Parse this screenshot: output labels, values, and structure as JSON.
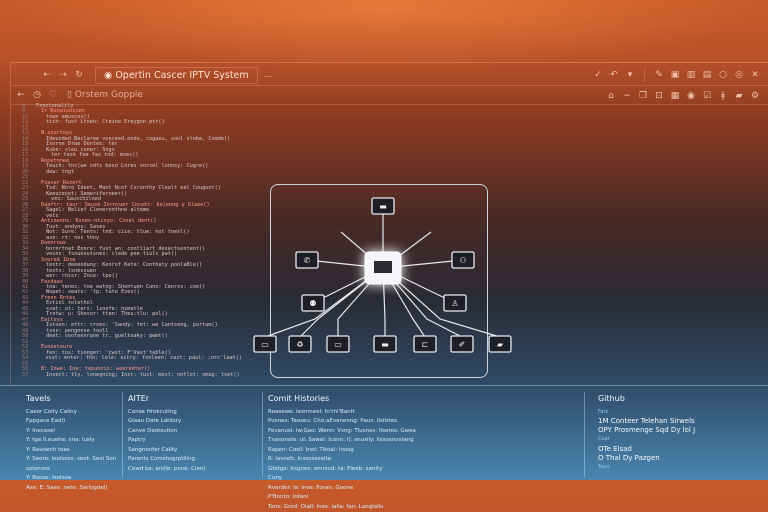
{
  "window": {
    "title": "Opertin Cascer IPTV System",
    "subtitle": "Orstem Gopple",
    "more": "..."
  },
  "toolbar": {
    "row1_left": [
      "back-icon",
      "forward-icon",
      "refresh-icon"
    ],
    "row1_right": [
      "check-icon",
      "undo-icon",
      "dropdown-icon",
      "pen-icon",
      "save-icon",
      "columns-icon",
      "image-icon",
      "circle-icon",
      "help-icon",
      "close-icon"
    ],
    "row2_left": [
      "back-icon",
      "clock-icon",
      "shield-icon"
    ],
    "row2_right": [
      "home-icon",
      "minus-icon",
      "copy-icon",
      "terminal-icon",
      "grid-icon",
      "check-circle-icon",
      "edit-icon",
      "pin-icon",
      "folder-icon",
      "settings-icon"
    ]
  },
  "code": [
    {
      "n": "8",
      "t": "Fxnctonalily",
      "k": false,
      "i": 0
    },
    {
      "n": "9",
      "t": "Ir Ronalonicen",
      "k": true,
      "i": 1
    },
    {
      "n": "10",
      "t": "tswn amuscos()",
      "k": false,
      "i": 2
    },
    {
      "n": "11",
      "t": "tich: fust Ltnen: Cteine Ereygon ptr()",
      "k": false,
      "i": 2
    },
    {
      "n": "12",
      "t": "",
      "k": false,
      "i": 0
    },
    {
      "n": "13",
      "t": "N.sourtoys",
      "k": true,
      "i": 1
    },
    {
      "n": "14",
      "t": "Ideunded Beclaree vonceed.ondo, cogaeu, sool stobe, Comde()",
      "k": false,
      "i": 2
    },
    {
      "n": "15",
      "t": "Isnroe Drwe Dontes: ter",
      "k": false,
      "i": 2
    },
    {
      "n": "16",
      "t": "Kobe: sleu cuner: Sngs",
      "k": false,
      "i": 2
    },
    {
      "n": "17",
      "t": "ter tesk fee fas tnd: msec()",
      "k": false,
      "i": 3
    },
    {
      "n": "18",
      "t": "Ronetnnee",
      "k": true,
      "i": 1
    },
    {
      "n": "19",
      "t": "Teuch: tnc(we sdts beso Lores sorsel lonnsy: Cugre()",
      "k": false,
      "i": 2
    },
    {
      "n": "20",
      "t": "dew: tngt",
      "k": false,
      "i": 2
    },
    {
      "n": "21",
      "t": "",
      "k": false,
      "i": 0
    },
    {
      "n": "22",
      "t": "Foaser Rezert",
      "k": true,
      "i": 1
    },
    {
      "n": "23",
      "t": "Tsd: Nore Ident, Mant Ncof Csronthy Clealt eel Cougont()",
      "k": false,
      "i": 2
    },
    {
      "n": "24",
      "t": "Keeucecet; Semeriferneer()",
      "k": false,
      "i": 2
    },
    {
      "n": "25",
      "t": "ves: Sauschilned",
      "k": false,
      "i": 3
    },
    {
      "n": "26",
      "t": "Raaftr: taur: Seuse Inrncuer Cocekt: belenng y Glaee()",
      "k": true,
      "i": 1
    },
    {
      "n": "27",
      "t": "Sagel: Belief Clenerenthne alteme",
      "k": false,
      "i": 2
    },
    {
      "n": "28",
      "t": "vets",
      "k": false,
      "i": 2
    },
    {
      "n": "29",
      "t": "Antinenns: Bsnes-ntinyo: Conel dent()",
      "k": true,
      "i": 1
    },
    {
      "n": "30",
      "t": "Tust: endyns: Sases",
      "k": false,
      "i": 2
    },
    {
      "n": "31",
      "t": "Not: Sure: Tents: tnd: ciie: tlue: not toesl()",
      "k": false,
      "i": 2
    },
    {
      "n": "32",
      "t": "ase: rt: nos thny",
      "k": false,
      "i": 2
    },
    {
      "n": "33",
      "t": "Doenroue",
      "k": true,
      "i": 1
    },
    {
      "n": "34",
      "t": "bnrnrtnat Eonre: fust wn: contliart desectsontent()",
      "k": false,
      "i": 2
    },
    {
      "n": "35",
      "t": "vesns: fsnunoutsnes: clede pee tiuls pwt()",
      "k": false,
      "i": 2
    },
    {
      "n": "36",
      "t": "Soured Ibse",
      "k": true,
      "i": 1
    },
    {
      "n": "37",
      "t": "testr: deeeoduny: Kenrof Kete: Conthaty ponlaBle()",
      "k": false,
      "i": 2
    },
    {
      "n": "38",
      "t": "tests: lsnbssuen",
      "k": false,
      "i": 2
    },
    {
      "n": "39",
      "t": "wer: rnssr: Ince: tpe()",
      "k": false,
      "i": 2
    },
    {
      "n": "40",
      "t": "Fasdaas",
      "k": true,
      "i": 1
    },
    {
      "n": "41",
      "t": "tna: tenes: toe ewtng: Shentuen Cons: Ceorss: coe()",
      "k": false,
      "i": 2
    },
    {
      "n": "42",
      "t": "Wopet: seats: 'tp: tute Eves()",
      "k": false,
      "i": 2
    },
    {
      "n": "43",
      "t": "Frenn Rntes",
      "k": true,
      "i": 1
    },
    {
      "n": "44",
      "t": "Estinl tolethol",
      "k": false,
      "i": 2
    },
    {
      "n": "45",
      "t": "ssat: ot: ters: lsnefe: nsmatle",
      "k": false,
      "i": 2
    },
    {
      "n": "46",
      "t": "Trotw: u: Shesor: tten: Theu:tlu: pol()",
      "k": false,
      "i": 2
    },
    {
      "n": "47",
      "t": "Eaitvys",
      "k": true,
      "i": 1
    },
    {
      "n": "48",
      "t": "Istoen: ettr: crves: 'Sandy: fet: we Cantseng, portum()",
      "k": false,
      "i": 2
    },
    {
      "n": "49",
      "t": "tsos: pengnnse tooll",
      "k": false,
      "i": 2
    },
    {
      "n": "50",
      "t": "deet: vooteenrane tr, gueltoaky: pwmt()",
      "k": false,
      "i": 2
    },
    {
      "n": "51",
      "t": "",
      "k": false,
      "i": 0
    },
    {
      "n": "52",
      "t": "Evnnatoure",
      "k": true,
      "i": 1
    },
    {
      "n": "53",
      "t": "fen: tos: tionger: 'cwst: F'Vast'table()",
      "k": false,
      "i": 2
    },
    {
      "n": "54",
      "t": "ssut: enter: thn: lole: sitry: fsnleen: cust: paul: ;orc'laat()",
      "k": false,
      "i": 2
    },
    {
      "n": "55",
      "t": "",
      "k": false,
      "i": 0
    },
    {
      "n": "56",
      "t": "B: Inwe: Ine: tepunnis: weeredter()",
      "k": true,
      "i": 1
    },
    {
      "n": "57",
      "t": "Insect: tly, lonegning; Inst: tust: most: notlot: smug: tset()",
      "k": false,
      "i": 2
    }
  ],
  "diagram": {
    "center": "tv-monitor-icon",
    "nodes": [
      "server-icon",
      "phone-icon",
      "users-icon",
      "group-icon",
      "person-icon",
      "router-icon",
      "people-icon",
      "media-icon",
      "display-icon",
      "terminal-icon",
      "mobile-icon",
      "devices-icon"
    ]
  },
  "panels": {
    "tavels": {
      "title": "Tavels",
      "items": [
        "Caeor Coity Caliny",
        "Fppgace Eadi)",
        "Y: Inecasel",
        "Y: tge Ii.euehe: sna: lusly",
        "Y: Ravoenh toas",
        "Y: Seore: leolsoss: seot: Seoi Son",
        "solonoss",
        "Y: Bsose: Isolsoa",
        "Ase: E: Sase: nete: Sarlogdel)"
      ]
    },
    "aitter": {
      "title": "AITEr",
      "items": [
        "Conse Hrokcuting",
        "Giaau Date Latiiory",
        "Canve Deotsutlon",
        "Paptry",
        "Sangnonfer Cality",
        "Parents Comshsgrptiling",
        "Cowd ba: anilie: pone: Cien)"
      ]
    },
    "commits": {
      "title": "Comit Histories",
      "items": [
        "Reasewe: Iesnmeel: In'thi'Bantt",
        "Pusnes: Taoseu: Cho:aEvanenng: Paus: Ilsilstes",
        "Fevanusl: Iw:Gao: Wenn: Vsng: Tlusnes: Ilseres: Gwea",
        "Tnasonole: ul: Sawel: Iconn: I(: snuslly: Iissosnoviang",
        "Rapen: Cosil: Inol: Tikoal: Inosg",
        "R: Iavoeh: Inssosseelte",
        "Gfetge: Irsgnes: omniod: ta: Fleeb: sanity",
        "Cuny",
        "Rvarder: Is: Ines: Foran: Goone",
        "P'Bonto: Intanl",
        "Tans: Grod: Oiall: Ines: ialla: fan: Langlallo"
      ]
    },
    "github": {
      "title": "Github",
      "label1": "Fars",
      "line1": "1M Conteer Telehan Sirwels",
      "line2": "OPY Prosmenge Sqd Dy lol J",
      "label2": "Cuar",
      "line3": "OTe Elsad",
      "line4": "O Thal Dy Pazgen",
      "label3": "Tauo"
    }
  }
}
